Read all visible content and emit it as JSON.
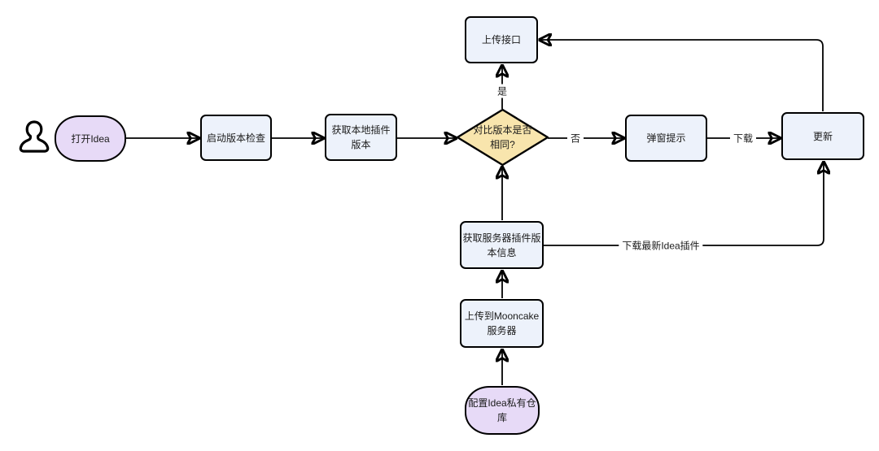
{
  "diagram": {
    "type": "flowchart",
    "background": "#ffffff",
    "colors": {
      "process_fill": "#EDF2FB",
      "terminator_fill": "#E7DAF7",
      "decision_fill": "#F8E5AD",
      "stroke": "#000000",
      "line": "#000000",
      "text": "#1A1A1A"
    },
    "nodes": {
      "open_idea": {
        "shape": "ellipse",
        "label": "打开Idea"
      },
      "start_version_check": {
        "shape": "rect",
        "label": "启动版本检查"
      },
      "get_local_plugin_version": {
        "shape": "rect",
        "label": "获取本地插件版本"
      },
      "compare_versions": {
        "shape": "diamond",
        "label": "对比版本是否相同?"
      },
      "upload_api": {
        "shape": "rect",
        "label": "上传接口"
      },
      "popup_prompt": {
        "shape": "rect",
        "label": "弹窗提示"
      },
      "update": {
        "shape": "rect",
        "label": "更新"
      },
      "get_server_plugin_version": {
        "shape": "rect",
        "label": "获取服务器插件版本信息"
      },
      "upload_to_mooncake": {
        "shape": "rect",
        "label": "上传到Mooncake服务器"
      },
      "configure_idea_repo": {
        "shape": "ellipse",
        "label": "配置Idea私有仓库"
      }
    },
    "edge_labels": {
      "yes": "是",
      "no": "否",
      "download": "下载",
      "download_latest_plugin": "下载最新Idea插件"
    },
    "icons": {
      "actor": "user-person-outline"
    }
  }
}
